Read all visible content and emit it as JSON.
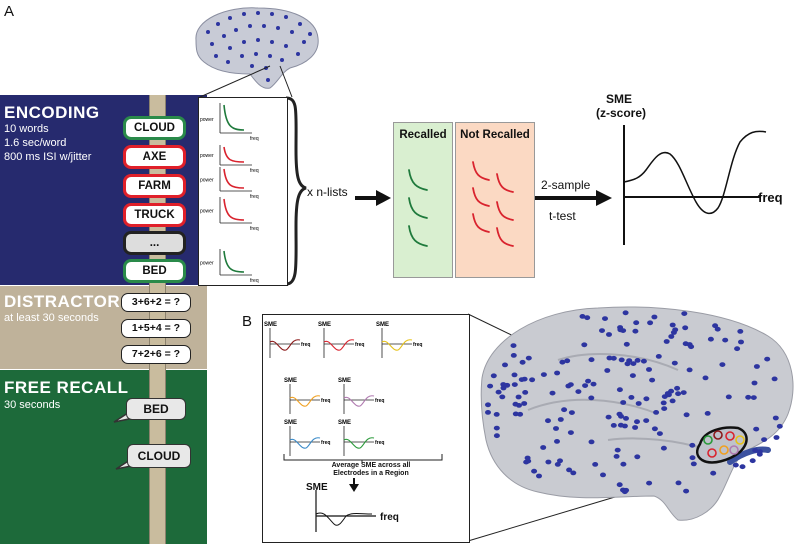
{
  "panels": {
    "a": "A",
    "b": "B"
  },
  "encoding": {
    "title": "ENCODING",
    "lines": [
      "10 words",
      "1.6 sec/word",
      "800 ms ISI w/jitter"
    ],
    "words": [
      {
        "text": "CLOUD",
        "style": "green"
      },
      {
        "text": "AXE",
        "style": "red"
      },
      {
        "text": "FARM",
        "style": "red"
      },
      {
        "text": "TRUCK",
        "style": "red"
      },
      {
        "text": "...",
        "style": "gray"
      },
      {
        "text": "BED",
        "style": "green"
      }
    ]
  },
  "distractor": {
    "title": "DISTRACTOR",
    "subtitle": "at least 30 seconds",
    "equations": [
      "3+6+2 = ?",
      "1+5+4 = ?",
      "7+2+6 = ?"
    ]
  },
  "free_recall": {
    "title": "FREE RECALL",
    "subtitle": "30 seconds",
    "bubbles": [
      "BED",
      "CLOUD"
    ]
  },
  "spectra": {
    "ylabel": "power",
    "xlabel": "freq",
    "colors": [
      "#1f7a3c",
      "#d9232e",
      "#d9232e",
      "#d9232e",
      "#1f7a3c"
    ]
  },
  "flow": {
    "x_lists": "x n-lists",
    "recalled": "Recalled",
    "not_recalled": "Not Recalled",
    "test_line1": "2-sample",
    "test_line2": "t-test"
  },
  "sme_plot": {
    "title_line1": "SME",
    "title_line2": "(z-score)",
    "xlabel": "freq"
  },
  "panel_b": {
    "sme_label": "SME",
    "freq_label": "freq",
    "small_colors": [
      "#8b1a1a",
      "#d9232e",
      "#e6c21a",
      "#f0a020",
      "#b07ab0",
      "#3a8ac8",
      "#2a9a3a"
    ],
    "average_line1": "Average SME across all",
    "average_line2": "Electrodes in a Region"
  },
  "colors": {
    "encoding_bg": "#262a6e",
    "distractor_bg": "#bfb29a",
    "recall_bg": "#1d6a3a",
    "recalled_box": "#d9efd0",
    "not_recalled_box": "#fbd9c3",
    "electrode": "#2d35a0"
  }
}
